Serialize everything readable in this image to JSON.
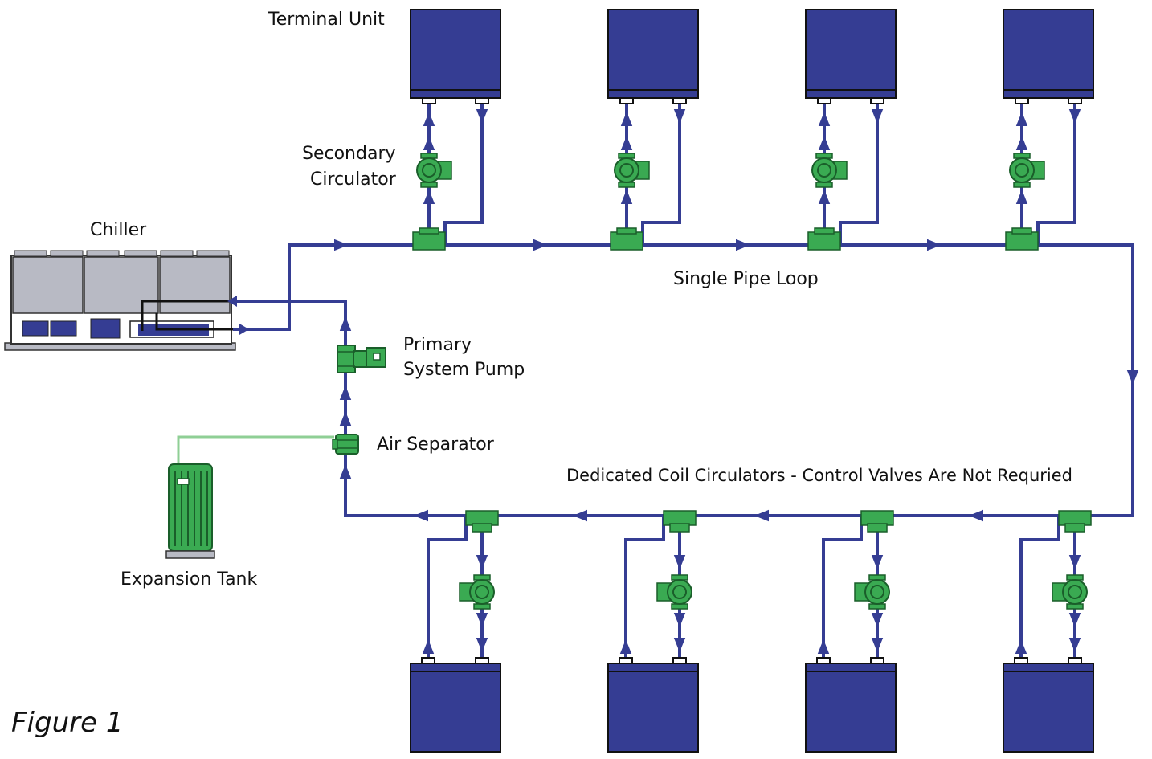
{
  "labels": {
    "terminal_unit": "Terminal Unit",
    "secondary_circulator_line1": "Secondary",
    "secondary_circulator_line2": "Circulator",
    "chiller": "Chiller",
    "single_pipe_loop": "Single Pipe Loop",
    "primary_pump_line1": "Primary",
    "primary_pump_line2": "System Pump",
    "air_separator": "Air Separator",
    "dedicated_circulators": "Dedicated Coil Circulators - Control Valves Are Not Requried",
    "expansion_tank": "Expansion Tank",
    "figure": "Figure 1"
  },
  "colors": {
    "pipe": "#353d93",
    "terminal_unit": "#353d93",
    "component": "#3aaa52",
    "component_dark": "#1a5e2a",
    "tank_line": "#8fcf95",
    "chiller_body": "#b8bac4"
  }
}
